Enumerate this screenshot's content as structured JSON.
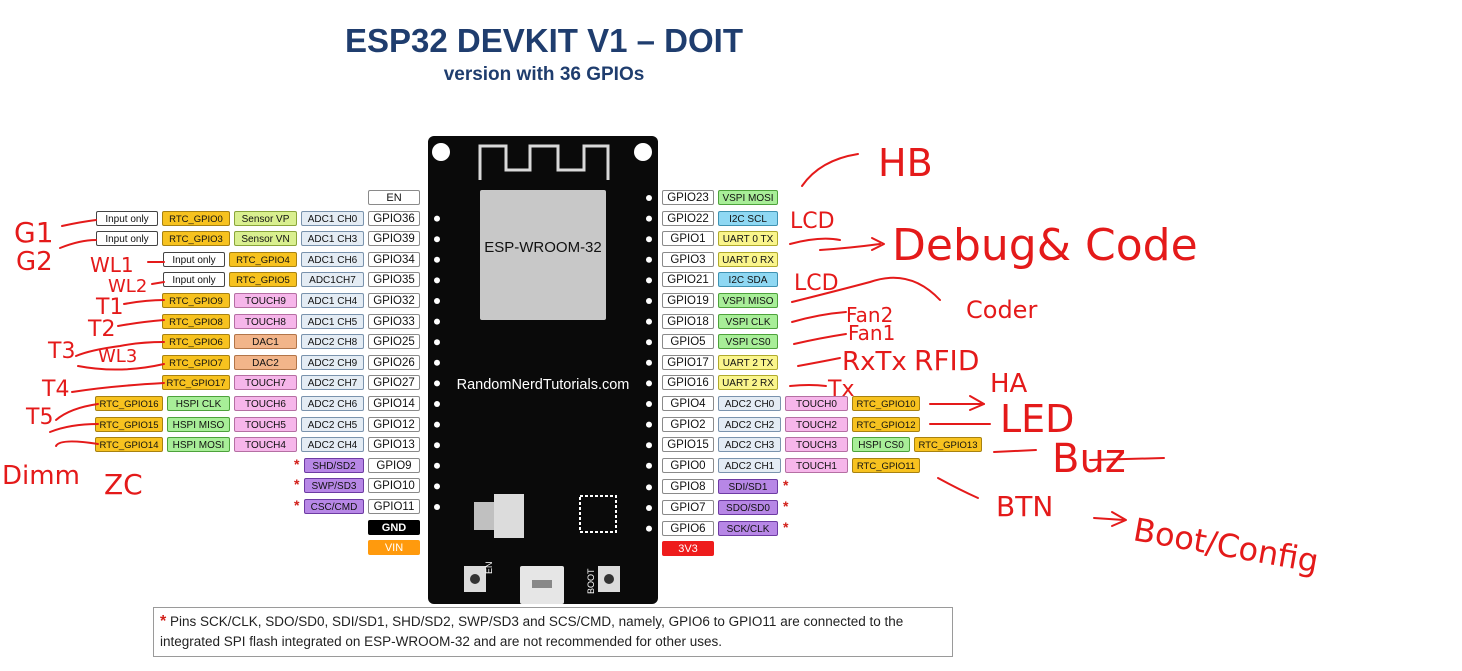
{
  "header": {
    "title": "ESP32 DEVKIT V1 – DOIT",
    "subtitle": "version with 36 GPIOs"
  },
  "board": {
    "module_label": "ESP-WROOM-32",
    "site_label": "RandomNerdTutorials.com",
    "en_button_label": "EN",
    "boot_button_label": "BOOT"
  },
  "left_pins": [
    {
      "gpio": "EN",
      "labels": []
    },
    {
      "gpio": "GPIO36",
      "labels": [
        {
          "t": "ADC1 CH0",
          "c": "adc"
        },
        {
          "t": "Sensor VP",
          "c": "sensor"
        },
        {
          "t": "RTC_GPIO0",
          "c": "rtc"
        },
        {
          "t": "Input only",
          "c": "input"
        }
      ]
    },
    {
      "gpio": "GPIO39",
      "labels": [
        {
          "t": "ADC1 CH3",
          "c": "adc"
        },
        {
          "t": "Sensor VN",
          "c": "sensor"
        },
        {
          "t": "RTC_GPIO3",
          "c": "rtc"
        },
        {
          "t": "Input only",
          "c": "input"
        }
      ]
    },
    {
      "gpio": "GPIO34",
      "labels": [
        {
          "t": "ADC1 CH6",
          "c": "adc"
        },
        {
          "t": "RTC_GPIO4",
          "c": "rtc"
        },
        {
          "t": "Input only",
          "c": "input"
        }
      ]
    },
    {
      "gpio": "GPIO35",
      "labels": [
        {
          "t": "ADC1CH7",
          "c": "adc"
        },
        {
          "t": "RTC_GPIO5",
          "c": "rtc"
        },
        {
          "t": "Input only",
          "c": "input"
        }
      ]
    },
    {
      "gpio": "GPIO32",
      "labels": [
        {
          "t": "ADC1 CH4",
          "c": "adc"
        },
        {
          "t": "TOUCH9",
          "c": "touch"
        },
        {
          "t": "RTC_GPIO9",
          "c": "rtc"
        }
      ]
    },
    {
      "gpio": "GPIO33",
      "labels": [
        {
          "t": "ADC1 CH5",
          "c": "adc"
        },
        {
          "t": "TOUCH8",
          "c": "touch"
        },
        {
          "t": "RTC_GPIO8",
          "c": "rtc"
        }
      ]
    },
    {
      "gpio": "GPIO25",
      "labels": [
        {
          "t": "ADC2 CH8",
          "c": "adc"
        },
        {
          "t": "DAC1",
          "c": "dac"
        },
        {
          "t": "RTC_GPIO6",
          "c": "rtc"
        }
      ]
    },
    {
      "gpio": "GPIO26",
      "labels": [
        {
          "t": "ADC2 CH9",
          "c": "adc"
        },
        {
          "t": "DAC2",
          "c": "dac"
        },
        {
          "t": "RTC_GPIO7",
          "c": "rtc"
        }
      ]
    },
    {
      "gpio": "GPIO27",
      "labels": [
        {
          "t": "ADC2 CH7",
          "c": "adc"
        },
        {
          "t": "TOUCH7",
          "c": "touch"
        },
        {
          "t": "RTC_GPIO17",
          "c": "rtc"
        }
      ]
    },
    {
      "gpio": "GPIO14",
      "labels": [
        {
          "t": "ADC2 CH6",
          "c": "adc"
        },
        {
          "t": "TOUCH6",
          "c": "touch"
        },
        {
          "t": "HSPI CLK",
          "c": "hspi"
        },
        {
          "t": "RTC_GPIO16",
          "c": "rtc"
        }
      ]
    },
    {
      "gpio": "GPIO12",
      "labels": [
        {
          "t": "ADC2 CH5",
          "c": "adc"
        },
        {
          "t": "TOUCH5",
          "c": "touch"
        },
        {
          "t": "HSPI MISO",
          "c": "hspi"
        },
        {
          "t": "RTC_GPIO15",
          "c": "rtc"
        }
      ]
    },
    {
      "gpio": "GPIO13",
      "labels": [
        {
          "t": "ADC2 CH4",
          "c": "adc"
        },
        {
          "t": "TOUCH4",
          "c": "touch"
        },
        {
          "t": "HSPI MOSI",
          "c": "hspi"
        },
        {
          "t": "RTC_GPIO14",
          "c": "rtc"
        }
      ]
    },
    {
      "gpio": "GPIO9",
      "labels": [
        {
          "t": "SHD/SD2",
          "c": "flash"
        }
      ],
      "star": "*"
    },
    {
      "gpio": "GPIO10",
      "labels": [
        {
          "t": "SWP/SD3",
          "c": "flash"
        }
      ],
      "star": "*"
    },
    {
      "gpio": "GPIO11",
      "labels": [
        {
          "t": "CSC/CMD",
          "c": "flash"
        }
      ],
      "star": "*"
    },
    {
      "gpio": "GND",
      "labels": [],
      "style": "gnd"
    },
    {
      "gpio": "VIN",
      "labels": [],
      "style": "vin"
    }
  ],
  "right_pins": [
    {
      "gpio": "GPIO23",
      "labels": [
        {
          "t": "VSPI MOSI",
          "c": "vspi"
        }
      ]
    },
    {
      "gpio": "GPIO22",
      "labels": [
        {
          "t": "I2C SCL",
          "c": "i2c"
        }
      ]
    },
    {
      "gpio": "GPIO1",
      "labels": [
        {
          "t": "UART 0 TX",
          "c": "uart"
        }
      ]
    },
    {
      "gpio": "GPIO3",
      "labels": [
        {
          "t": "UART 0 RX",
          "c": "uart"
        }
      ]
    },
    {
      "gpio": "GPIO21",
      "labels": [
        {
          "t": "I2C SDA",
          "c": "i2c"
        }
      ]
    },
    {
      "gpio": "GPIO19",
      "labels": [
        {
          "t": "VSPI MISO",
          "c": "vspi"
        }
      ]
    },
    {
      "gpio": "GPIO18",
      "labels": [
        {
          "t": "VSPI CLK",
          "c": "vspi"
        }
      ]
    },
    {
      "gpio": "GPIO5",
      "labels": [
        {
          "t": "VSPI CS0",
          "c": "vspi"
        }
      ]
    },
    {
      "gpio": "GPIO17",
      "labels": [
        {
          "t": "UART 2 TX",
          "c": "uart"
        }
      ]
    },
    {
      "gpio": "GPIO16",
      "labels": [
        {
          "t": "UART 2 RX",
          "c": "uart"
        }
      ]
    },
    {
      "gpio": "GPIO4",
      "labels": [
        {
          "t": "ADC2 CH0",
          "c": "adc"
        },
        {
          "t": "TOUCH0",
          "c": "touch"
        },
        {
          "t": "RTC_GPIO10",
          "c": "rtc"
        }
      ]
    },
    {
      "gpio": "GPIO2",
      "labels": [
        {
          "t": "ADC2 CH2",
          "c": "adc"
        },
        {
          "t": "TOUCH2",
          "c": "touch"
        },
        {
          "t": "RTC_GPIO12",
          "c": "rtc"
        }
      ]
    },
    {
      "gpio": "GPIO15",
      "labels": [
        {
          "t": "ADC2 CH3",
          "c": "adc"
        },
        {
          "t": "TOUCH3",
          "c": "touch"
        },
        {
          "t": "HSPI CS0",
          "c": "hspi"
        },
        {
          "t": "RTC_GPIO13",
          "c": "rtc"
        }
      ]
    },
    {
      "gpio": "GPIO0",
      "labels": [
        {
          "t": "ADC2 CH1",
          "c": "adc"
        },
        {
          "t": "TOUCH1",
          "c": "touch"
        },
        {
          "t": "RTC_GPIO11",
          "c": "rtc"
        }
      ]
    },
    {
      "gpio": "GPIO8",
      "labels": [
        {
          "t": "SDI/SD1",
          "c": "flash"
        }
      ],
      "star": "*"
    },
    {
      "gpio": "GPIO7",
      "labels": [
        {
          "t": "SDO/SD0",
          "c": "flash"
        }
      ],
      "star": "*"
    },
    {
      "gpio": "GPIO6",
      "labels": [
        {
          "t": "SCK/CLK",
          "c": "flash"
        }
      ],
      "star": "*"
    },
    {
      "gpio": "3V3",
      "labels": [],
      "style": "v33"
    }
  ],
  "footnote": {
    "star": "*",
    "text": "Pins SCK/CLK, SDO/SD0, SDI/SD1, SHD/SD2, SWP/SD3 and SCS/CMD, namely, GPIO6 to GPIO11 are connected to the integrated SPI flash integrated on ESP-WROOM-32 and are not recommended for other uses."
  },
  "annotations": {
    "left": [
      "G1",
      "G2",
      "WL1",
      "WL2",
      "T1",
      "T2",
      "T3",
      "WL3",
      "T4",
      "T5",
      "Dimm",
      "ZC"
    ],
    "right": [
      "HB",
      "LCD",
      "Debug& Code",
      "LCD",
      "Coder",
      "Fan2",
      "Fan1",
      "RxTx",
      "RFID",
      "Tx",
      "HA",
      "LED",
      "Buz",
      "BTN",
      "Boot/Config"
    ]
  },
  "colors": {
    "title": "#1f3d6e",
    "ink_annotation": "#e41a1a",
    "board": "#0a0a0a"
  }
}
